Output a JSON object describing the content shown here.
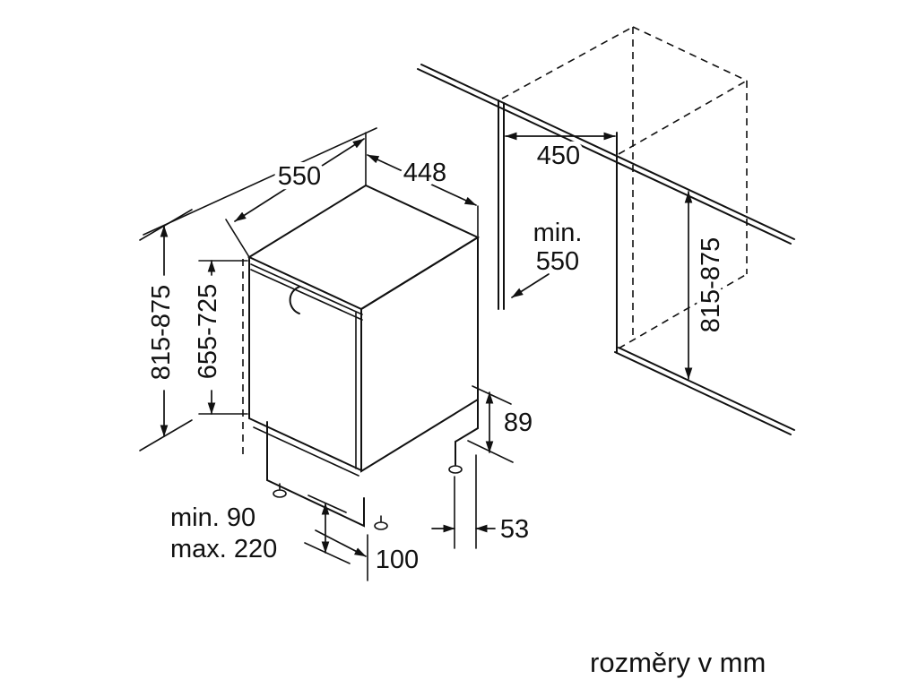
{
  "footer_note": "rozměry v mm",
  "colors": {
    "line": "#111111",
    "background": "#ffffff"
  },
  "appliance": {
    "depth_top": "550",
    "width_top": "448",
    "height_range_left": "815-875",
    "front_panel_height": "655-725",
    "rear_bottom_step": "89",
    "rear_foot_offset": "53",
    "front_foot_offset": "100",
    "plinth_height_min": "min. 90",
    "plinth_height_max": "max. 220"
  },
  "niche": {
    "width": "450",
    "min_depth_word": "min.",
    "min_depth_value": "550",
    "height_range_right": "815-875"
  }
}
